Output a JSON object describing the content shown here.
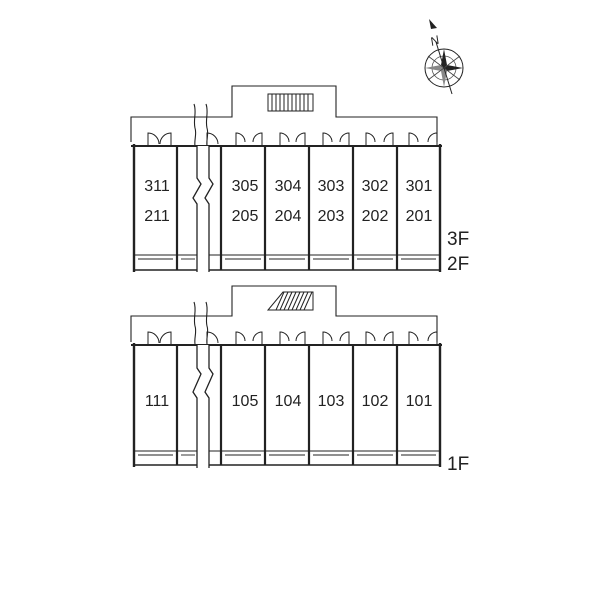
{
  "compass": {
    "label": "N",
    "icon": "compass-rose-icon"
  },
  "colors": {
    "line": "#222222",
    "background": "#ffffff"
  },
  "upper_block": {
    "floor_labels": [
      "3F",
      "2F"
    ],
    "units": [
      {
        "top": "311",
        "bottom": "211"
      },
      {
        "top": "305",
        "bottom": "205"
      },
      {
        "top": "304",
        "bottom": "204"
      },
      {
        "top": "303",
        "bottom": "203"
      },
      {
        "top": "302",
        "bottom": "202"
      },
      {
        "top": "301",
        "bottom": "201"
      }
    ]
  },
  "lower_block": {
    "floor_labels": [
      "1F"
    ],
    "units": [
      {
        "top": "111"
      },
      {
        "top": "105"
      },
      {
        "top": "104"
      },
      {
        "top": "103"
      },
      {
        "top": "102"
      },
      {
        "top": "101"
      }
    ]
  }
}
